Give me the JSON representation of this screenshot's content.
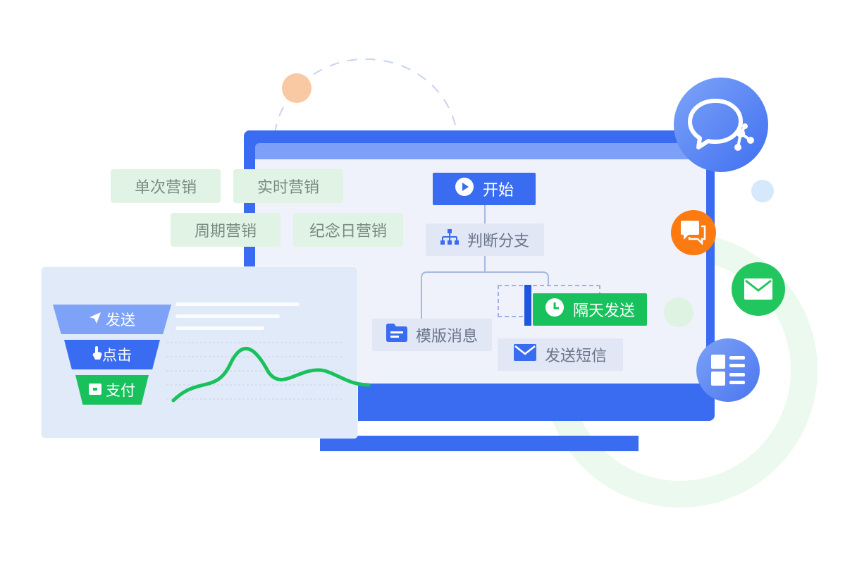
{
  "tags": {
    "single": "单次营销",
    "realtime": "实时营销",
    "periodic": "周期营销",
    "anniversary": "纪念日营销"
  },
  "flow": {
    "start": "开始",
    "branch": "判断分支",
    "template": "模版消息",
    "next_day": "隔天发送",
    "sms": "发送短信"
  },
  "funnel": {
    "send": "发送",
    "click": "点击",
    "pay": "支付"
  },
  "colors": {
    "primary_blue": "#3a6cf2",
    "green": "#19c15d",
    "orange": "#fb7a12",
    "tag_green_bg": "#e0f3e4"
  },
  "icons": [
    "play-icon",
    "hierarchy-icon",
    "folder-icon",
    "clock-icon",
    "mail-icon",
    "send-icon",
    "hand-pointer-icon",
    "wallet-icon",
    "wechat-work-icon",
    "chat-icon",
    "layout-icon"
  ]
}
